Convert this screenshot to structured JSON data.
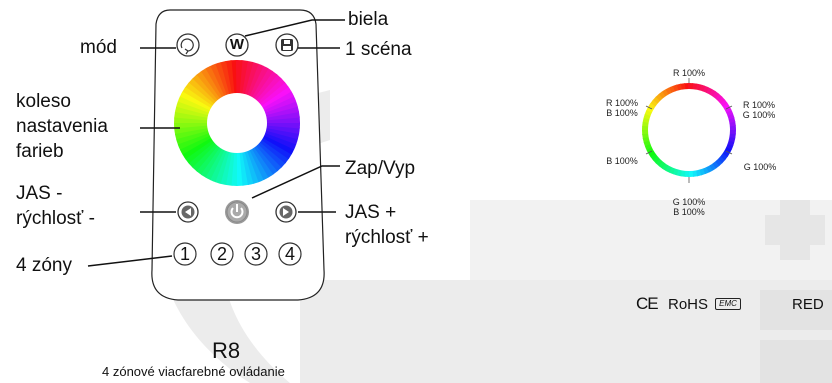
{
  "remote": {
    "labels": {
      "mode": "mód",
      "white": "biela",
      "scene": "1 scéna",
      "wheel_line1": "koleso",
      "wheel_line2": "nastavenia",
      "wheel_line3": "farieb",
      "onoff": "Zap/Vyp",
      "jas_minus_line1": "JAS -",
      "jas_minus_line2": "rýchlosť -",
      "jas_plus_line1": "JAS +",
      "jas_plus_line2": "rýchlosť +",
      "zones": "4 zóny"
    },
    "buttons": {
      "white": "W",
      "zone1": "1",
      "zone2": "2",
      "zone3": "3",
      "zone4": "4"
    },
    "model": "R8",
    "description": "4 zónové viacfarebné ovládanie"
  },
  "ring_diagram": {
    "top": "R 100%",
    "upper_left_1": "R 100%",
    "upper_left_2": "B 100%",
    "upper_right_1": "R 100%",
    "upper_right_2": "G 100%",
    "left": "B 100%",
    "right": "G 100%",
    "bottom_1": "G 100%",
    "bottom_2": "B 100%"
  },
  "certifications": {
    "ce": "CE",
    "rohs": "RoHS",
    "emc": "EMC",
    "red": "RED"
  }
}
